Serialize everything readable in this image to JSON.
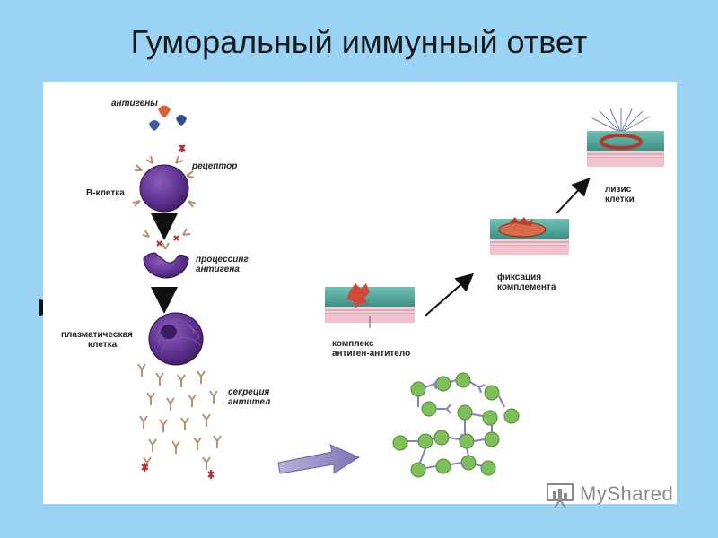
{
  "slide": {
    "title": "Гуморальный иммунный ответ"
  },
  "labels": {
    "antigens": "антигены",
    "receptor": "рецептор",
    "b_cell": "В-клетка",
    "processing_1": "процессинг",
    "processing_2": "антигена",
    "plasma_1": "плазматическая",
    "plasma_2": "клетка",
    "secretion_1": "секреция",
    "secretion_2": "антител",
    "complex_1": "комплекс",
    "complex_2": "антиген-антитело",
    "fixation_1": "фиксация",
    "fixation_2": "комплемента",
    "lysis_1": "лизис",
    "lysis_2": "клетки"
  },
  "watermark": {
    "text": "MyShared"
  },
  "colors": {
    "background": "#9bd3f5",
    "cell": "#6a3a9a",
    "membrane_top": "#4fa89a",
    "membrane_bottom": "#e8a3b0",
    "antigen_green": "#7fbf5a",
    "antibody": "#c9a98a",
    "arrow": "#111111"
  }
}
